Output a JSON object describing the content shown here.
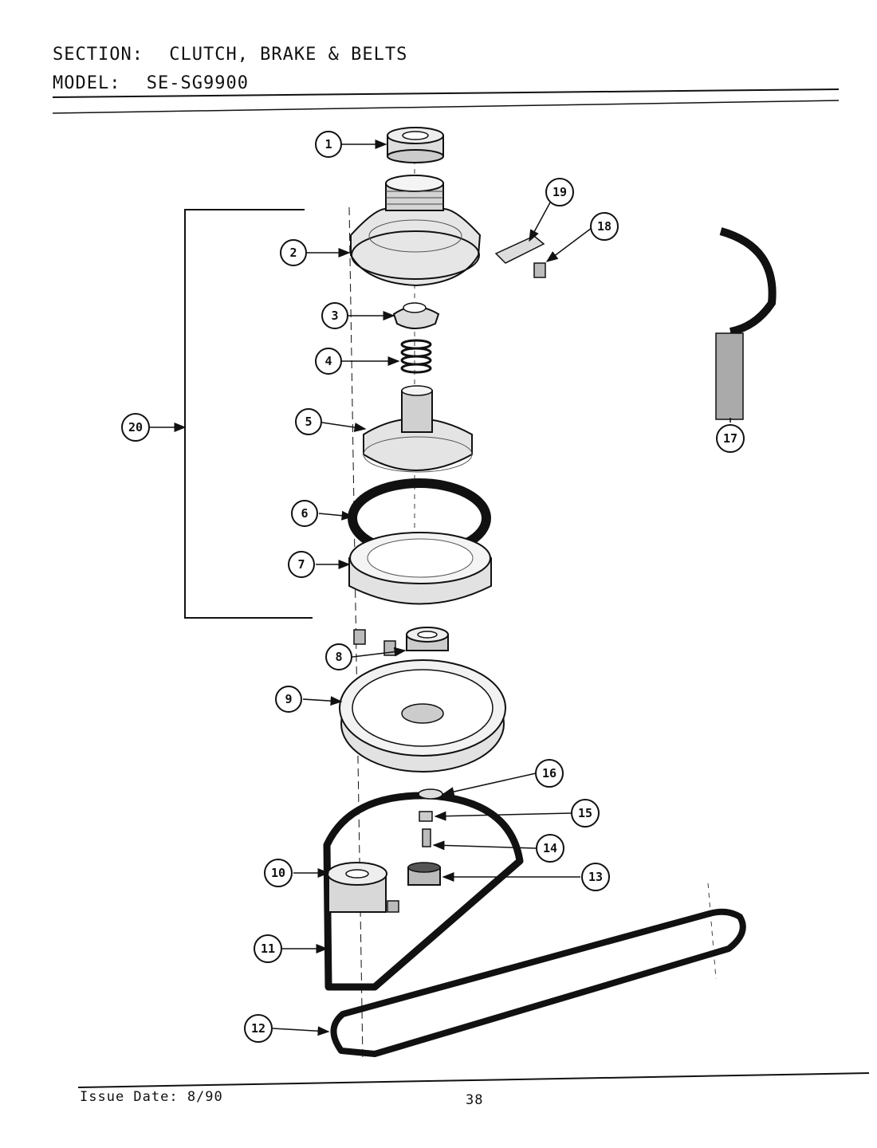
{
  "header": {
    "section_label": "SECTION:",
    "section_value": "CLUTCH, BRAKE & BELTS",
    "model_label": "MODEL:",
    "model_value": "SE-SG9900"
  },
  "callouts": [
    "1",
    "2",
    "3",
    "4",
    "5",
    "6",
    "7",
    "8",
    "9",
    "10",
    "11",
    "12",
    "13",
    "14",
    "15",
    "16",
    "17",
    "18",
    "19",
    "20"
  ],
  "footer": {
    "issue_date": "Issue Date: 8/90",
    "page_number": "38"
  }
}
